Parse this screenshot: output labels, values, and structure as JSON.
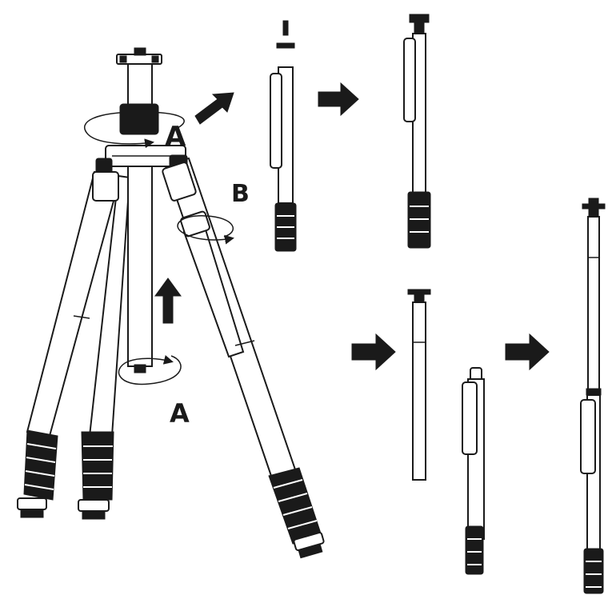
{
  "labels": {
    "a_top": "A",
    "b": "B",
    "a_bottom": "A"
  },
  "colors": {
    "ink": "#1a1a1a",
    "background": "#ffffff"
  },
  "icons": [
    "rotate-arrow-icon",
    "up-arrow-icon",
    "right-arrow-icon"
  ]
}
